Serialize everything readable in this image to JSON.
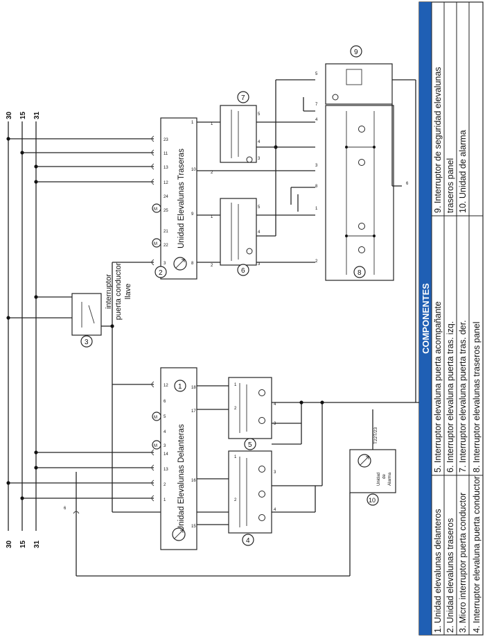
{
  "bus_labels": {
    "top": [
      "30",
      "15",
      "31"
    ],
    "bottom": [
      "30",
      "15",
      "31"
    ]
  },
  "components": {
    "unit_front": {
      "number": "1",
      "title": "Unidad Elevalunas Delanteras",
      "pins": [
        "1",
        "2",
        "13",
        "14",
        "3",
        "4",
        "5",
        "6",
        "12"
      ],
      "pins_b": [
        "15",
        "16",
        "17",
        "18"
      ],
      "motor": "M"
    },
    "unit_rear": {
      "number": "2",
      "title": "Unidad Elevalunas Traseras",
      "pins": [
        "22",
        "21",
        "25",
        "24",
        "12",
        "13",
        "11",
        "23"
      ],
      "pins_b": [
        "3",
        "8",
        "9",
        "10",
        "1"
      ],
      "motor": "M"
    },
    "key_switch": {
      "number": "3",
      "label_lines": [
        "interruptor",
        "puerta conductor",
        "llave"
      ]
    },
    "sw4": {
      "number": "4",
      "pins": [
        "2",
        "1",
        "3",
        "4"
      ]
    },
    "sw5": {
      "number": "5",
      "pins": [
        "2",
        "1",
        "3",
        "4"
      ]
    },
    "sw6": {
      "number": "6",
      "pins": [
        "2",
        "1",
        "3",
        "4",
        "5"
      ]
    },
    "sw7": {
      "number": "7",
      "pins": [
        "2",
        "1",
        "3",
        "4",
        "5"
      ]
    },
    "panel8": {
      "number": "8",
      "pins": [
        "2",
        "1",
        "8",
        "3",
        "4",
        "7",
        "5"
      ]
    },
    "safety9": {
      "number": "9",
      "pin": "6"
    },
    "alarm10": {
      "number": "10",
      "lines": [
        "Unidad",
        "de",
        "Alarma"
      ],
      "connector": "T22T/23",
      "pin": "6"
    }
  },
  "legend": {
    "heading": "COMPONENTES",
    "items": [
      "1. Unidad elevalunas delanteros",
      "2. Unidad elevalunas traseros",
      "3. Micro interruptor puerta conductor",
      "4. Interruptor elevaluna puerta conductor",
      "5. Interruptor elevaluna puerta acompañante",
      "6. Interruptor elevaluna puerta tras. izq.",
      "7. Interruptor elevaluna puerta tras. der.",
      "8. Interruptor elevalunas traseros panel",
      "9. Interruptor de seguridad elevalunas",
      "traseros panel",
      "10. Unidad de alarma"
    ]
  },
  "colors": {
    "legend_header": "#1f5fb4",
    "ink": "#222222"
  }
}
